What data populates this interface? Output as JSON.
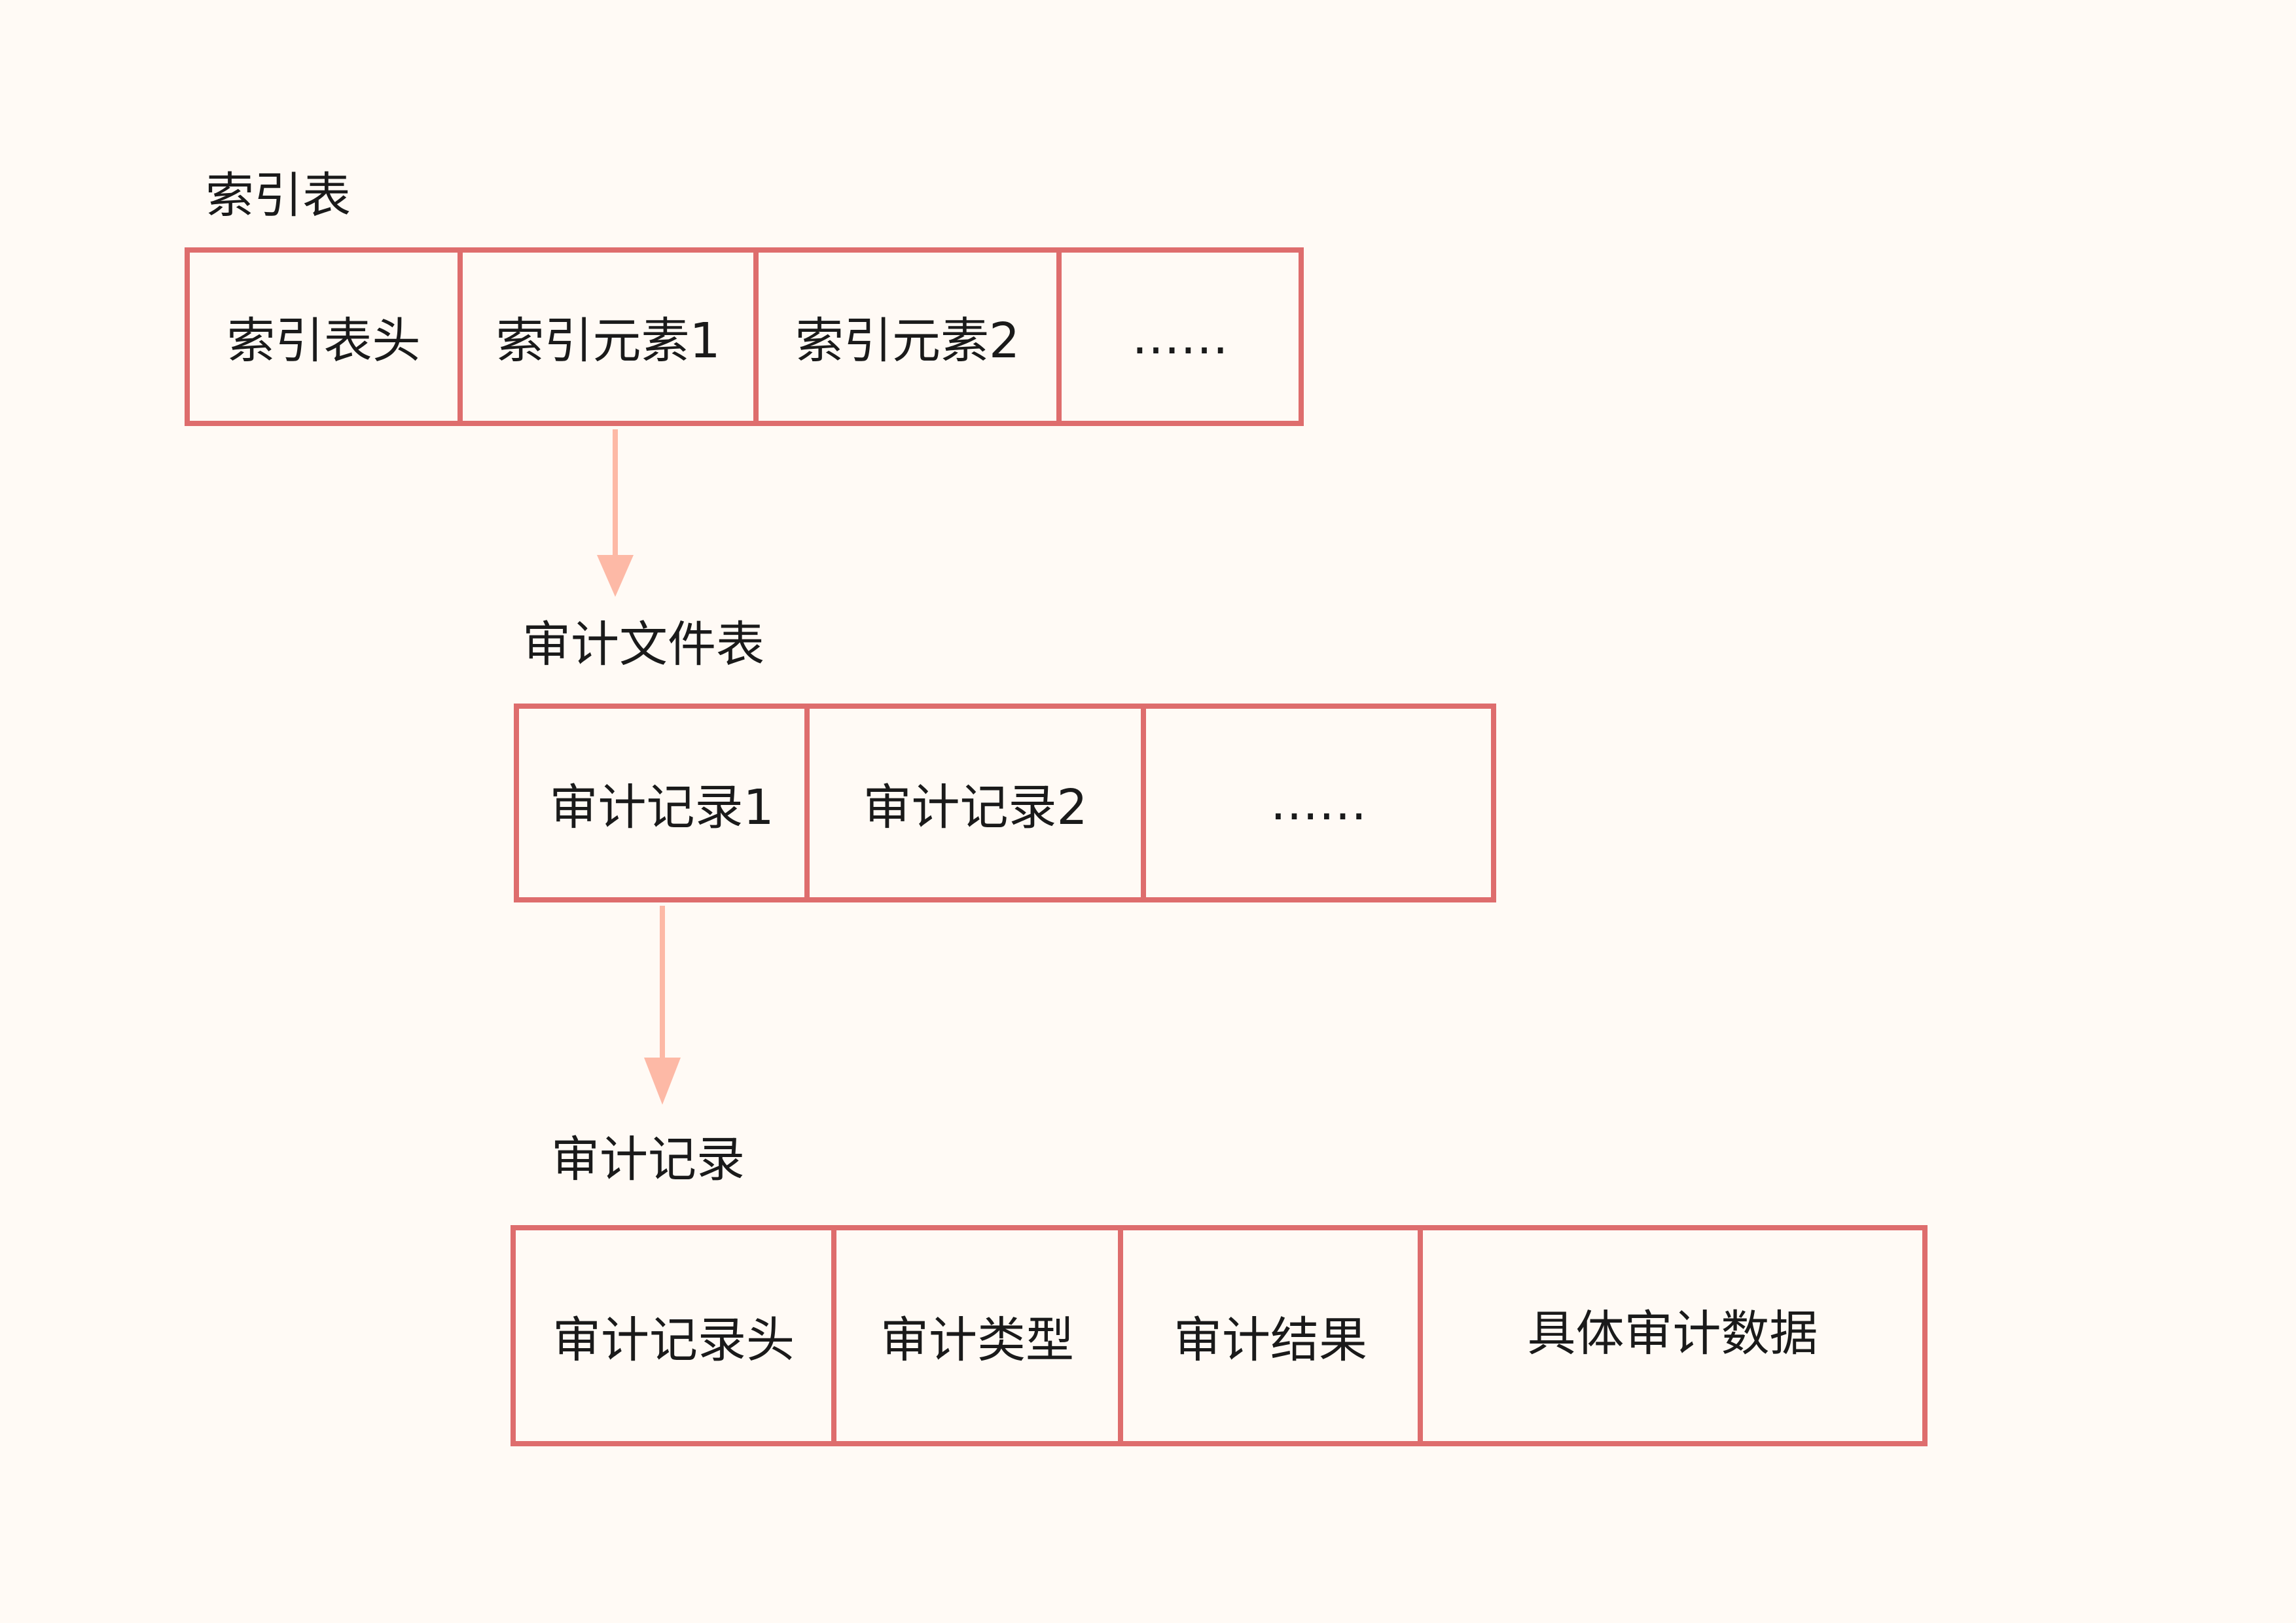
{
  "index_table": {
    "title": "索引表",
    "cells": [
      "索引表头",
      "索引元素1",
      "索引元素2",
      "……"
    ]
  },
  "audit_file_table": {
    "title": "审计文件表",
    "cells": [
      "审计记录1",
      "审计记录2",
      "……"
    ]
  },
  "audit_record": {
    "title": "审计记录",
    "cells": [
      "审计记录头",
      "审计类型",
      "审计结果",
      "具体审计数据"
    ]
  },
  "colors": {
    "background": "#fffaf5",
    "box_border": "#de6d6d",
    "arrow": "#fdb9a6",
    "text": "#1a1a1a"
  }
}
